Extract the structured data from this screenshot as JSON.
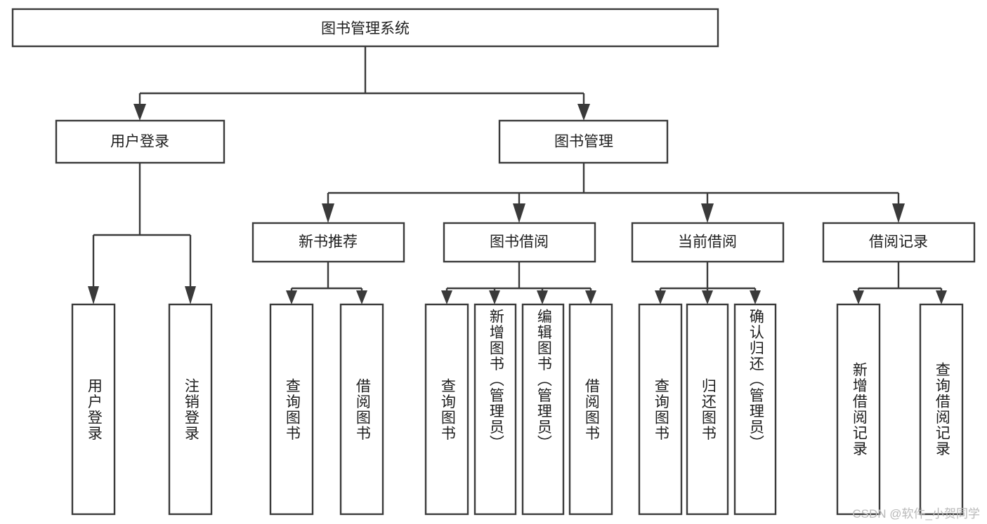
{
  "diagram": {
    "type": "tree-hierarchy",
    "title": "图书管理系统",
    "orientation": "top-down",
    "watermark": "CSDN @软件_小贺同学",
    "colors": {
      "stroke": "#3a3a3a",
      "fill": "#ffffff",
      "text": "#1d1d1d",
      "watermark": "#b9b9b9"
    },
    "levels": {
      "root": {
        "label": "图书管理系统"
      },
      "level2": [
        {
          "id": "user-login",
          "label": "用户登录"
        },
        {
          "id": "book-manage",
          "label": "图书管理"
        }
      ],
      "level3": [
        {
          "id": "new-book-recommend",
          "label": "新书推荐",
          "parent": "book-manage"
        },
        {
          "id": "book-borrow",
          "label": "图书借阅",
          "parent": "book-manage"
        },
        {
          "id": "current-borrow",
          "label": "当前借阅",
          "parent": "book-manage"
        },
        {
          "id": "borrow-record",
          "label": "借阅记录",
          "parent": "book-manage"
        }
      ],
      "leaves": [
        {
          "id": "leaf-user-login",
          "label": "用户登录",
          "parent": "user-login"
        },
        {
          "id": "leaf-logout",
          "label": "注销登录",
          "parent": "user-login"
        },
        {
          "id": "leaf-query-book-1",
          "label": "查询图书",
          "parent": "new-book-recommend"
        },
        {
          "id": "leaf-borrow-book-1",
          "label": "借阅图书",
          "parent": "new-book-recommend"
        },
        {
          "id": "leaf-query-book-2",
          "label": "查询图书",
          "parent": "book-borrow"
        },
        {
          "id": "leaf-add-book",
          "label": "新增图书（管理员）",
          "parent": "book-borrow"
        },
        {
          "id": "leaf-edit-book",
          "label": "编辑图书（管理员）",
          "parent": "book-borrow"
        },
        {
          "id": "leaf-borrow-book-2",
          "label": "借阅图书",
          "parent": "book-borrow"
        },
        {
          "id": "leaf-query-book-3",
          "label": "查询图书",
          "parent": "current-borrow"
        },
        {
          "id": "leaf-return-book",
          "label": "归还图书",
          "parent": "current-borrow"
        },
        {
          "id": "leaf-confirm-return",
          "label": "确认归还（管理员）",
          "parent": "current-borrow"
        },
        {
          "id": "leaf-add-record",
          "label": "新增借阅记录",
          "parent": "borrow-record"
        },
        {
          "id": "leaf-query-record",
          "label": "查询借阅记录",
          "parent": "borrow-record"
        }
      ]
    }
  }
}
